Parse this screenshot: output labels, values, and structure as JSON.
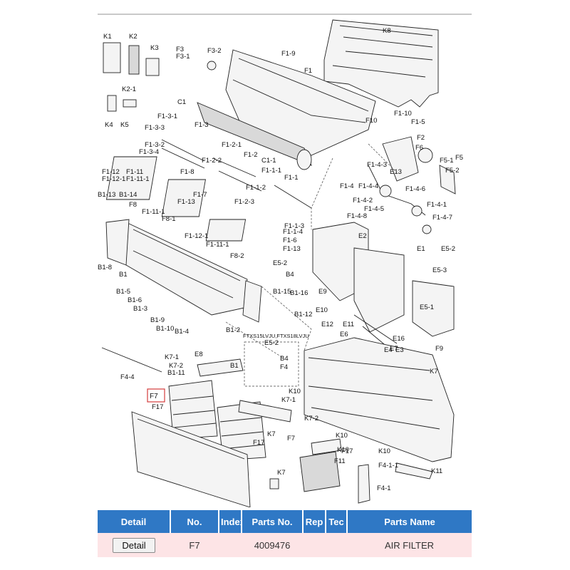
{
  "diagram": {
    "highlight_label": "F7",
    "model_label": "FTXS15LVJU,FTXS18LVJU",
    "callouts": [
      "K1",
      "K2",
      "K3",
      "K2-1",
      "K4",
      "K5",
      "F3",
      "F3-1",
      "F3-2",
      "F1-9",
      "F1",
      "K8",
      "C1",
      "F1-10",
      "F1-5",
      "F10",
      "F2",
      "F6",
      "F5",
      "F5-2",
      "F5-1",
      "E13",
      "F1-3-1",
      "F1-3",
      "F1-3-3",
      "F1-3-2",
      "F1-3-4",
      "F1-2-1",
      "F1-2",
      "C1-1",
      "F1-1-1",
      "F1-1",
      "F1-2-2",
      "F1-12",
      "F1-12-1",
      "F1-11",
      "F1-11-1",
      "F1-8",
      "F1-7",
      "F1-1-2",
      "F1-4-3",
      "F1-4",
      "F1-4-4",
      "F1-4-6",
      "F1-4-2",
      "F1-4-1",
      "F1-4-5",
      "F1-4-8",
      "F1-4-7",
      "B1-13",
      "B1-14",
      "F8",
      "F1-13",
      "F1-2-3",
      "F1-11-1",
      "F8-1",
      "F1-12-1",
      "F1-1-4",
      "F1-6",
      "F1-13",
      "F1-1-3",
      "E2",
      "E1",
      "E5-2",
      "E5-3",
      "B1-8",
      "B1",
      "F1-11-1",
      "F8-2",
      "E5-2",
      "B4",
      "B1-5",
      "B1-6",
      "B1-3",
      "B1-15",
      "B1-16",
      "E9",
      "E5-1",
      "E10",
      "B1-12",
      "B1-9",
      "B1-10",
      "B1-4",
      "B1-2",
      "E12",
      "E11",
      "E6",
      "E16",
      "E7",
      "E4",
      "E3",
      "F9",
      "E8",
      "B1",
      "E5-2",
      "B4",
      "F4",
      "K7",
      "K7-1",
      "K7-2",
      "B1-11",
      "F4-4",
      "F17",
      "K10",
      "K7-1",
      "K7-2",
      "K7",
      "F7",
      "F17",
      "K10",
      "K10",
      "F17",
      "K10",
      "F4-1-1",
      "K11",
      "K7",
      "F11",
      "F4-1"
    ]
  },
  "table": {
    "headers": [
      "Detail",
      "No.",
      "Index",
      "Parts No.",
      "Rep",
      "Tec",
      "Parts Name"
    ],
    "rows": [
      {
        "detail_label": "Detail",
        "no": "F7",
        "index": "",
        "parts_no": "4009476",
        "rep": "",
        "tec": "",
        "parts_name": "AIR FILTER"
      }
    ]
  },
  "colors": {
    "header_bg": "#2f78c5",
    "row_bg": "#fde4e6",
    "highlight": "#d43c3c"
  }
}
